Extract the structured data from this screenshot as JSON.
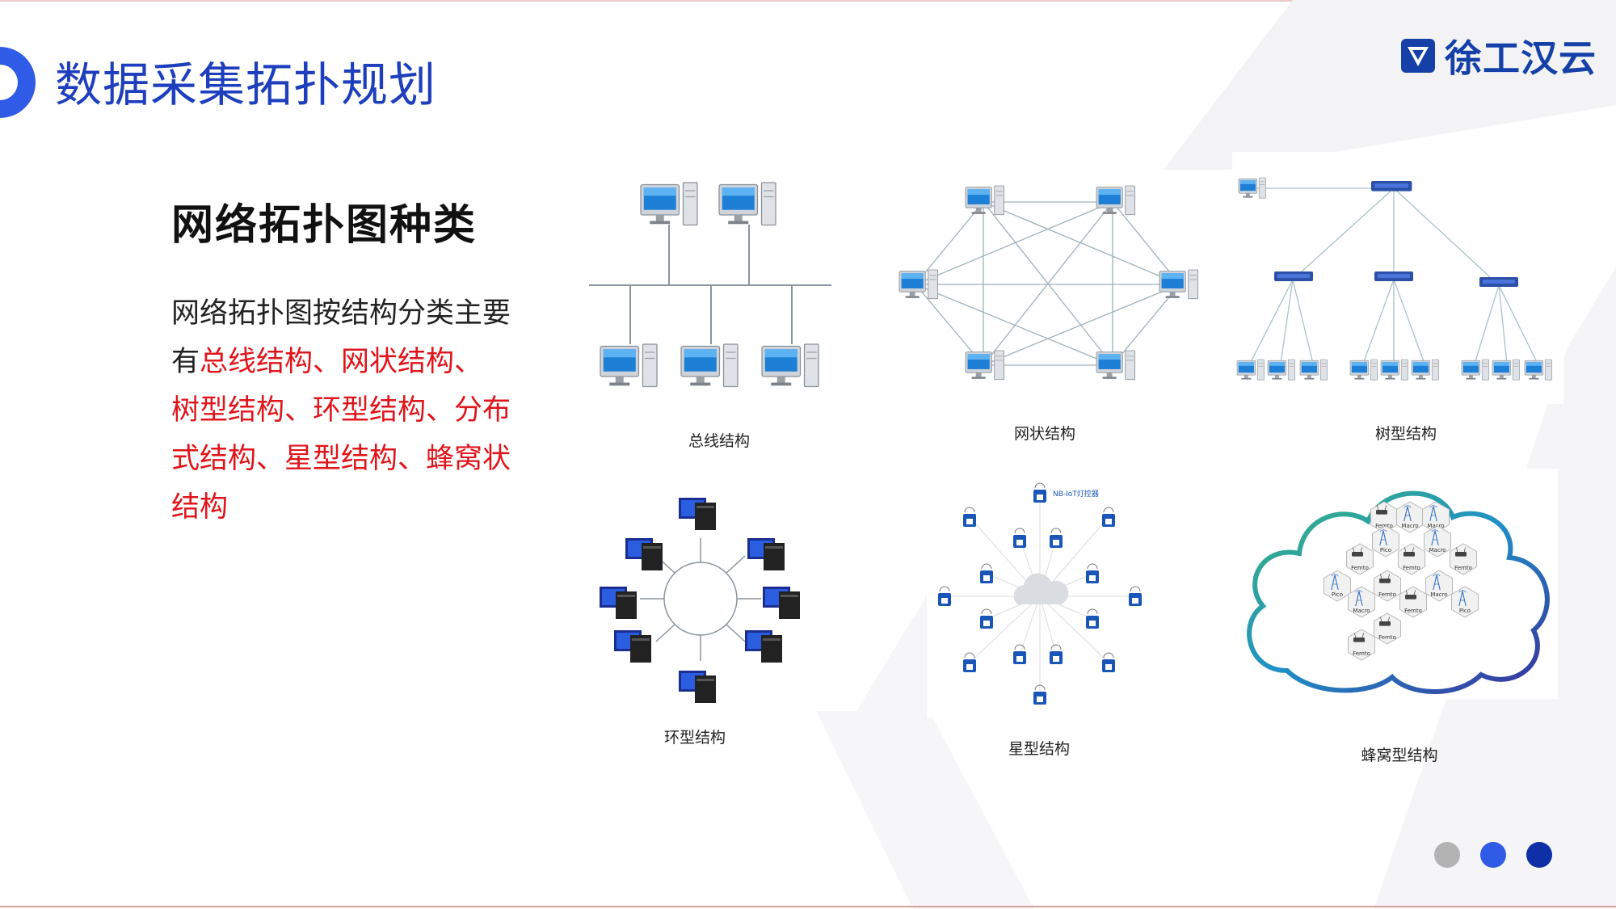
{
  "slide": {
    "title": "数据采集拓扑规划",
    "logo_text": "徐工汉云"
  },
  "content": {
    "heading": "网络拓扑图种类",
    "desc_intro": "网络拓扑图按结构分类主要有",
    "desc_highlight": "总线结构、网状结构、树型结构、环型结构、分布式结构、星型结构、蜂窝状结构"
  },
  "diagrams": {
    "bus": {
      "caption": "总线结构"
    },
    "mesh": {
      "caption": "网状结构"
    },
    "tree": {
      "caption": "树型结构"
    },
    "ring": {
      "caption": "环型结构"
    },
    "star": {
      "caption": "星型结构",
      "center_label": "NB-IoT灯控器"
    },
    "cell": {
      "caption": "蜂窝型结构",
      "cell_labels": [
        "Femto",
        "Macro",
        "Macro",
        "Femto",
        "Pico",
        "Femto",
        "Macro",
        "Femto",
        "Pico",
        "Macro",
        "Femto",
        "Femto",
        "Macro",
        "Pico",
        "Femto",
        "Femto"
      ]
    }
  },
  "pager": {
    "dots": [
      "#b3b3b3",
      "#2f5be6",
      "#0f2fa6"
    ]
  },
  "colors": {
    "title": "#1e3fbd",
    "highlight": "#e0151b",
    "logo": "#1540a8"
  }
}
